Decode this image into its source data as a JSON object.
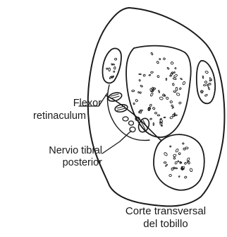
{
  "labels": {
    "flexor_retinaculum": [
      "Flexor",
      "retinaculum"
    ],
    "tibial_nerve": [
      "Nervio tibial",
      "posterior"
    ]
  },
  "caption": {
    "line1": "Corte transversal",
    "line2": "del tobillo"
  },
  "colors": {
    "stroke": "#1a1a1a",
    "background": "#ffffff",
    "bone_fill": "#ffffff"
  }
}
